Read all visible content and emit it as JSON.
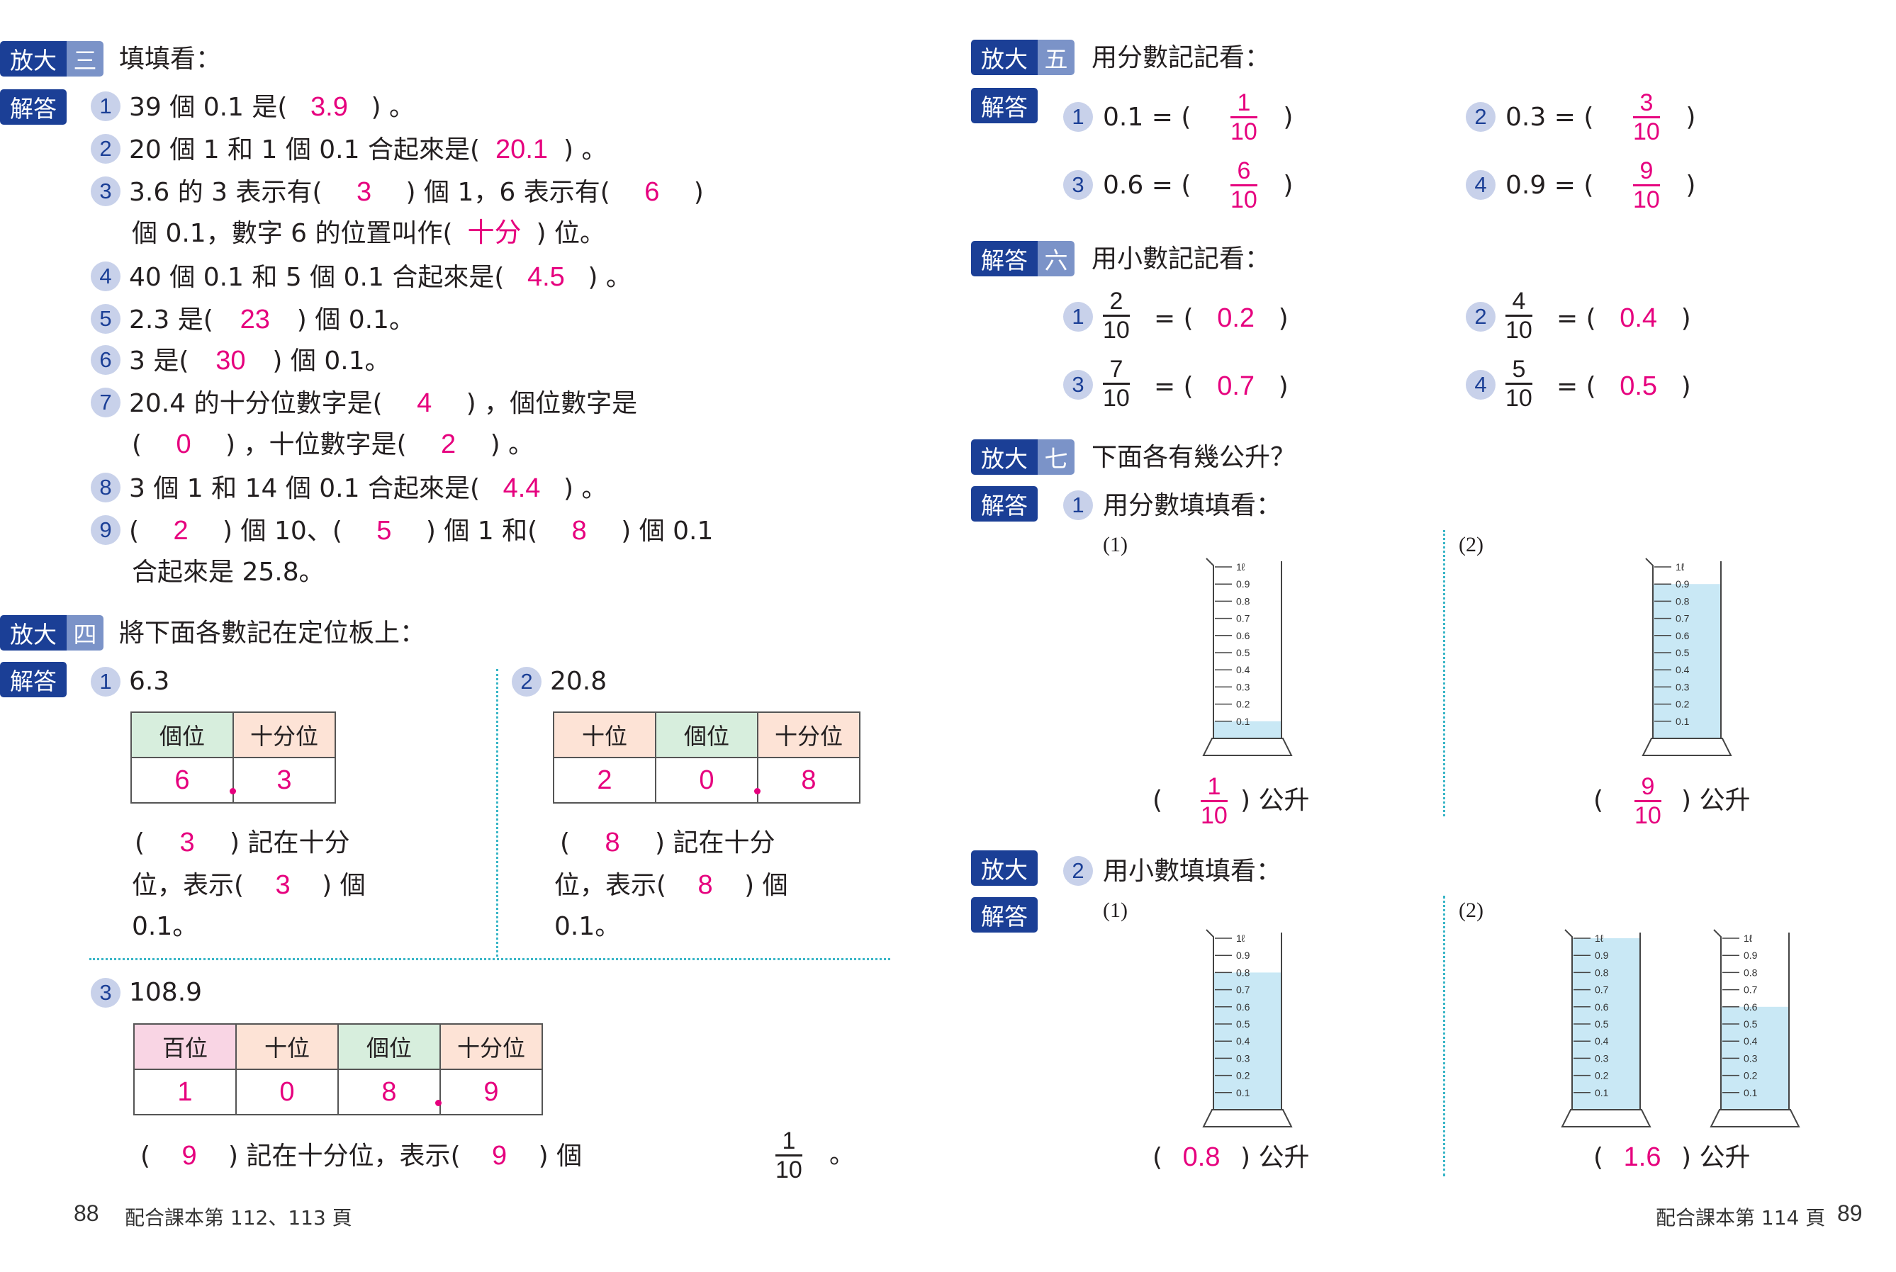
{
  "common": {
    "zoom": "放大",
    "answer": "解答",
    "lparen": "(",
    "rparen": ")",
    "litre_unit": "公升",
    "sub1": "(1)",
    "sub2": "(2)"
  },
  "left": {
    "s3": {
      "num": "三",
      "title": "填填看：",
      "items": [
        {
          "n": "1",
          "pre": "39 個 0.1 是",
          "ans": "3.9",
          "post": "。"
        },
        {
          "n": "2",
          "pre": "20 個 1 和 1 個 0.1 合起來是",
          "ans": "20.1",
          "post": "。"
        },
        {
          "n": "3",
          "pre": "3.6 的 3 表示有",
          "ans": "3",
          "mid": "個 1，6 表示有",
          "ans2": "6"
        },
        {
          "n": "",
          "pre": "個 0.1，數字 6 的位置叫作",
          "ans": "十分",
          "post": "位。"
        },
        {
          "n": "4",
          "pre": "40 個 0.1 和 5 個 0.1 合起來是",
          "ans": "4.5",
          "post": "。"
        },
        {
          "n": "5",
          "pre": "2.3 是",
          "ans": "23",
          "post": "個 0.1。"
        },
        {
          "n": "6",
          "pre": "3 是",
          "ans": "30",
          "post": "個 0.1。"
        },
        {
          "n": "7",
          "pre": "20.4 的十分位數字是",
          "ans": "4",
          "post": "，個位數字是"
        },
        {
          "n": "",
          "pre": "",
          "ans": "0",
          "mid": "，十位數字是",
          "ans2": "2",
          "post": "。"
        },
        {
          "n": "8",
          "pre": "3 個 1 和 14 個 0.1 合起來是",
          "ans": "4.4",
          "post": "。"
        },
        {
          "n": "9",
          "pre": "",
          "ans": "2",
          "mid": "個 10、",
          "ans2": "5",
          "mid2": "個 1 和",
          "ans3": "8",
          "post": "個 0.1"
        },
        {
          "n": "",
          "pre": "合起來是 25.8。"
        }
      ]
    },
    "s4": {
      "num": "四",
      "title": "將下面各數記在定位板上：",
      "q1": {
        "n": "1",
        "value": "6.3",
        "headers": [
          "個位",
          "十分位"
        ],
        "cells": [
          "6",
          "3"
        ],
        "line1_ans": "3",
        "line1_post": "記在十分",
        "line2_pre": "位，表示",
        "line2_ans": "3",
        "line2_post": "個",
        "line3": "0.1。"
      },
      "q2": {
        "n": "2",
        "value": "20.8",
        "headers": [
          "十位",
          "個位",
          "十分位"
        ],
        "cells": [
          "2",
          "0",
          "8"
        ],
        "line1_ans": "8",
        "line1_post": "記在十分",
        "line2_pre": "位，表示",
        "line2_ans": "8",
        "line2_post": "個",
        "line3": "0.1。"
      },
      "q3": {
        "n": "3",
        "value": "108.9",
        "headers": [
          "百位",
          "十位",
          "個位",
          "十分位"
        ],
        "cells": [
          "1",
          "0",
          "8",
          "9"
        ],
        "ans1": "9",
        "mid": "記在十分位，表示",
        "ans2": "9",
        "post": "個",
        "frac_n": "1",
        "frac_d": "10",
        "end": "。"
      }
    },
    "footer": {
      "page": "88",
      "text": "配合課本第 112、113 頁"
    }
  },
  "right": {
    "s5": {
      "num": "五",
      "title": "用分數記記看：",
      "items": [
        {
          "n": "1",
          "pre": "0.1 =",
          "fn": "1",
          "fd": "10"
        },
        {
          "n": "2",
          "pre": "0.3 =",
          "fn": "3",
          "fd": "10"
        },
        {
          "n": "3",
          "pre": "0.6 =",
          "fn": "6",
          "fd": "10"
        },
        {
          "n": "4",
          "pre": "0.9 =",
          "fn": "9",
          "fd": "10"
        }
      ]
    },
    "s6": {
      "num": "六",
      "title": "用小數記記看：",
      "items": [
        {
          "n": "1",
          "fn": "2",
          "fd": "10",
          "ans": "0.2"
        },
        {
          "n": "2",
          "fn": "4",
          "fd": "10",
          "ans": "0.4"
        },
        {
          "n": "3",
          "fn": "7",
          "fd": "10",
          "ans": "0.7"
        },
        {
          "n": "4",
          "fn": "5",
          "fd": "10",
          "ans": "0.5"
        }
      ]
    },
    "s7": {
      "num": "七",
      "title": "下面各有幾公升？",
      "q1_n": "1",
      "q1_title": "用分數填填看：",
      "q1a": {
        "fn": "1",
        "fd": "10"
      },
      "q1b": {
        "fn": "9",
        "fd": "10"
      },
      "q2_n": "2",
      "q2_title": "用小數填填看：",
      "q2a": {
        "ans": "0.8"
      },
      "q2b": {
        "ans": "1.6"
      },
      "cyl_ticks": [
        "1ℓ",
        "0.9",
        "0.8",
        "0.7",
        "0.6",
        "0.5",
        "0.4",
        "0.3",
        "0.2",
        "0.1"
      ],
      "fills": [
        0.1,
        0.9,
        0.8,
        1.0,
        0.6
      ],
      "water_color": "#c9e8f5"
    },
    "footer": {
      "page": "89",
      "text": "配合課本第 114 頁"
    }
  }
}
